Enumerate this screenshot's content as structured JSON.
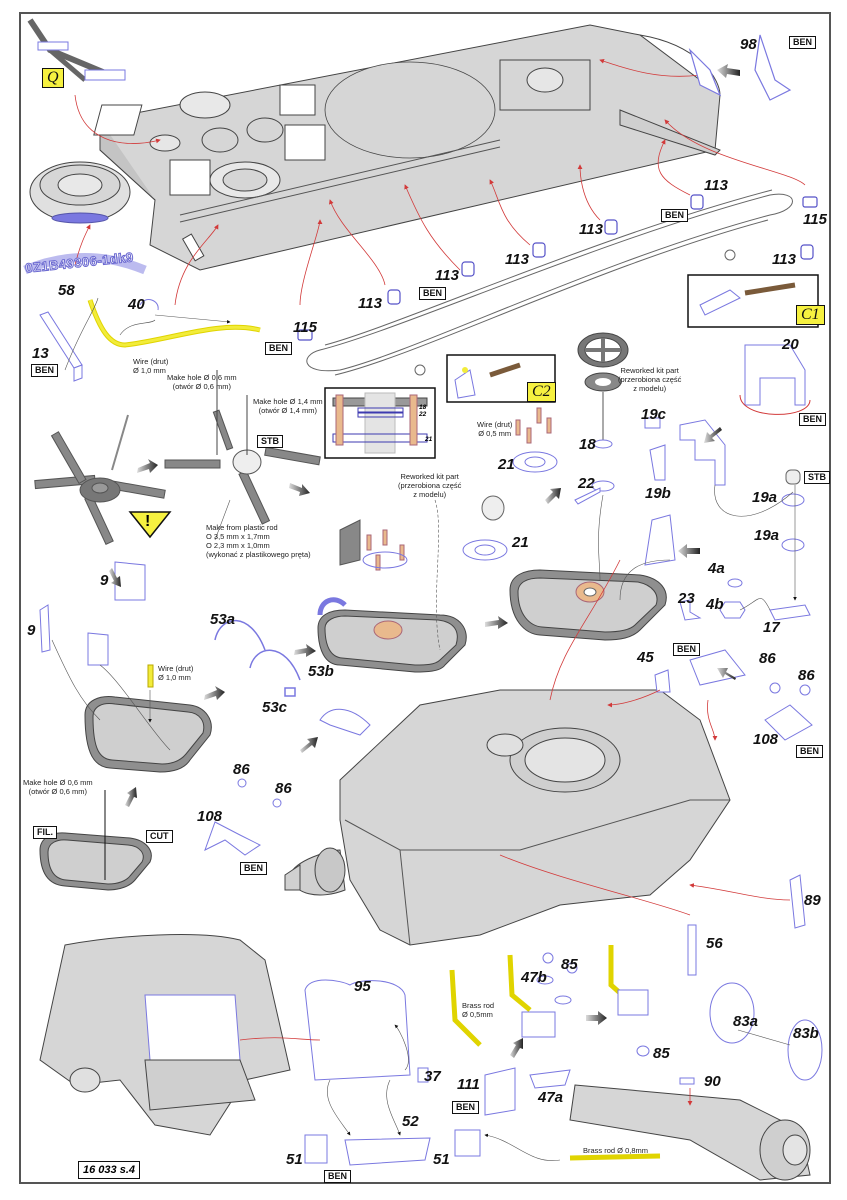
{
  "document": {
    "page_reference": "16 033 s.4",
    "colors": {
      "part_outline": "#7a78e0",
      "assembly_gray": "#d4d4d4",
      "brass_yellow": "#f2ec3a",
      "arrow_red": "#d23a3a",
      "callout_yellow": "#f6f140"
    }
  },
  "callouts": {
    "Q": "Q",
    "C1": "C1",
    "C2": "C2"
  },
  "part_numbers": {
    "p98": "98",
    "p58": "58",
    "p40": "40",
    "p13": "13",
    "p115a": "115",
    "p115b": "115",
    "p113a": "113",
    "p113b": "113",
    "p113c": "113",
    "p113d": "113",
    "p113e": "113",
    "p113f": "113",
    "p20": "20",
    "p18": "18",
    "p22": "22",
    "p19c": "19c",
    "p19b": "19b",
    "p19a1": "19a",
    "p19a2": "19a",
    "p21a": "21",
    "p21b": "21",
    "p4a": "4a",
    "p4b": "4b",
    "p17": "17",
    "p23": "23",
    "p45": "45",
    "p9a": "9",
    "p9b": "9",
    "p53a": "53a",
    "p53b": "53b",
    "p53c": "53c",
    "p86a": "86",
    "p86b": "86",
    "p86c": "86",
    "p86d": "86",
    "p108a": "108",
    "p108b": "108",
    "p89": "89",
    "p56": "56",
    "p95": "95",
    "p37": "37",
    "p52": "52",
    "p51a": "51",
    "p51b": "51",
    "p111": "111",
    "p47b": "47b",
    "p47a": "47a",
    "p85a": "85",
    "p85b": "85",
    "p90": "90",
    "p83a": "83a",
    "p83b": "83b"
  },
  "inset_labels": {
    "i18": "18",
    "i22": "22",
    "i21": "21"
  },
  "tags": {
    "ben_98": "BEN",
    "ben_113": "BEN",
    "ben_113b": "BEN",
    "ben_13": "BEN",
    "ben_115": "BEN",
    "ben_20": "BEN",
    "stb_19a": "STB",
    "stb_drill": "STB",
    "ben_45": "BEN",
    "ben_108r": "BEN",
    "ben_108l": "BEN",
    "fil": "FIL.",
    "cut": "CUT",
    "ben_111": "BEN",
    "ben_51": "BEN"
  },
  "notes": {
    "serial_decal": "0Z1B49306-1dk9",
    "wire_10_a": "Wire (drut)\nØ 1,0 mm",
    "hole_06_a": "Make hole Ø 0,6 mm\n(otwór Ø 0,6 mm)",
    "hole_14": "Make hole Ø 1,4 mm\n(otwór Ø 1,4 mm)",
    "plastic_rod": "Make from plastic rod\nO 3,5 mm x 1,7mm\nO 2,3 mm x 1,0mm\n(wykonać z plastikowego pręta)",
    "reworked_a": "Reworked kit part\n(przerobiona część\nz modelu)",
    "reworked_b": "Reworked kit part\n(przerobiona część\nz modelu)",
    "wire_05": "Wire (drut)\nØ 0,5 mm",
    "wire_10_b": "Wire (drut)\nØ 1,0 mm",
    "hole_06_b": "Make hole Ø 0,6 mm\n(otwór Ø 0,6 mm)",
    "brass_05": "Brass rod\nØ 0,5mm",
    "brass_08": "Brass rod Ø 0,8mm"
  },
  "warning": {
    "symbol": "!"
  }
}
